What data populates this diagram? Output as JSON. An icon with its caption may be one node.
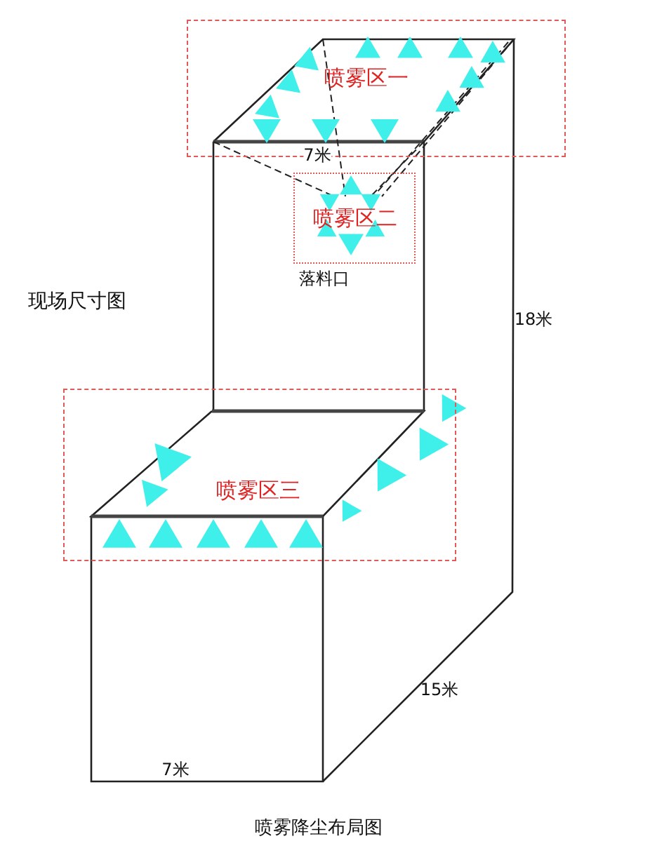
{
  "diagram": {
    "caption": "喷雾降尘布局图",
    "nodes": [
      {
        "text": [
          "喷雾区一"
        ]
      },
      {
        "text": [
          "喷雾区二"
        ],
        "beside": [
          "落料口"
        ]
      },
      {
        "text": [
          "喷雾区三"
        ]
      }
    ],
    "labels": [
      "7米",
      "现场尺寸图",
      "18米",
      "15米",
      "7米"
    ]
  }
}
